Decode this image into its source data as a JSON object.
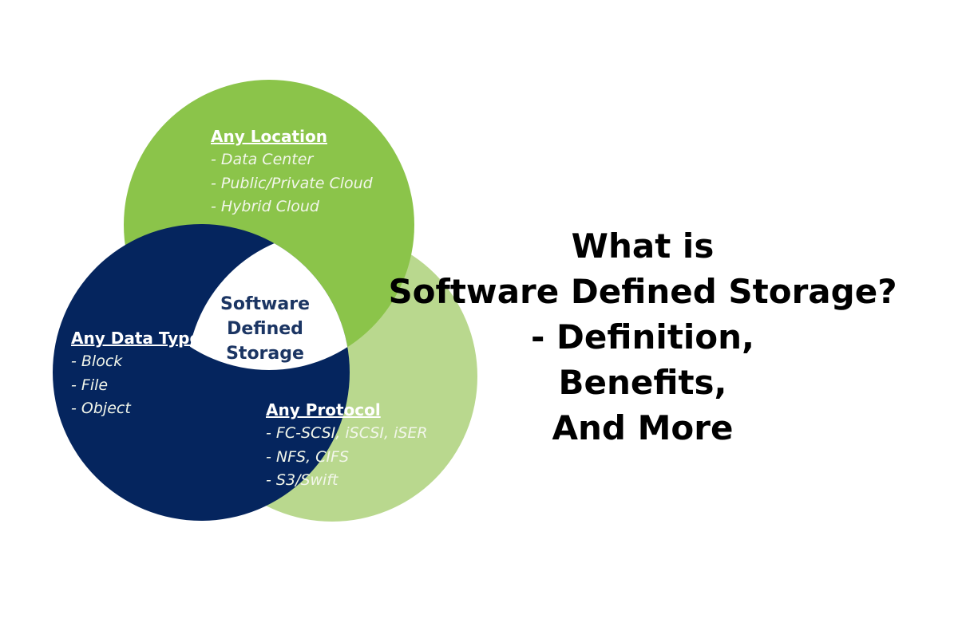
{
  "colors": {
    "top_circle": "#8bc44a",
    "right_circle": "#b9d88e",
    "left_circle": "#05255e",
    "center": "#ffffff",
    "center_text": "#1b3563"
  },
  "diagram": {
    "center": [
      "Software",
      "Defined",
      "Storage"
    ],
    "circles": [
      {
        "id": "location",
        "heading": "Any Location",
        "items": [
          "- Data Center",
          "- Public/Private Cloud",
          "- Hybrid Cloud"
        ]
      },
      {
        "id": "datatype",
        "heading": "Any Data Type",
        "items": [
          "- Block",
          "- File",
          "- Object"
        ]
      },
      {
        "id": "protocol",
        "heading": "Any Protocol",
        "items": [
          "- FC-SCSI, iSCSI, iSER",
          "- NFS, CIFS",
          "- S3/Swift"
        ]
      }
    ]
  },
  "headline": {
    "lines": [
      "What is",
      "Software Defined Storage?",
      "- Definition,",
      "Benefits,",
      "And More"
    ]
  }
}
